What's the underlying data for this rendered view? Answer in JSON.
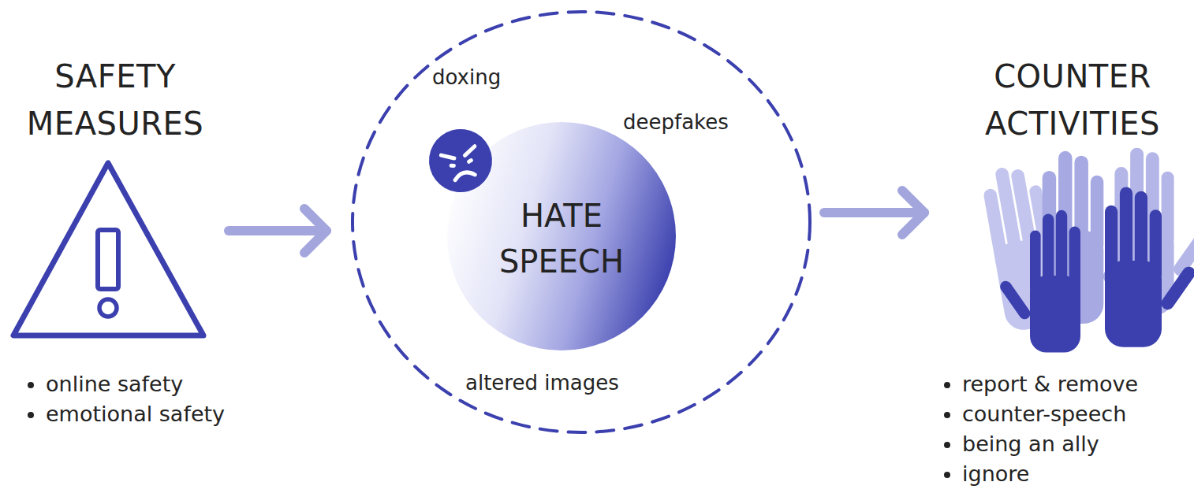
{
  "diagram": {
    "nodes": [
      {
        "text": [
          "SAFETY MEASURES",
          "online safety",
          "emotional safety"
        ]
      },
      {
        "text": [
          "doxing",
          "deepfakes",
          "altered images"
        ]
      },
      {
        "text": [
          "HATE SPEECH"
        ],
        "in": 1
      },
      {
        "text": [
          "COUNTER ACTIVITIES",
          "report & remove",
          "counter-speech",
          "being an ally",
          "ignore"
        ]
      }
    ],
    "edges": [
      {
        "from": 0,
        "to": 1,
        "arrow": "to"
      },
      {
        "from": 1,
        "to": 3,
        "arrow": "to"
      }
    ]
  }
}
